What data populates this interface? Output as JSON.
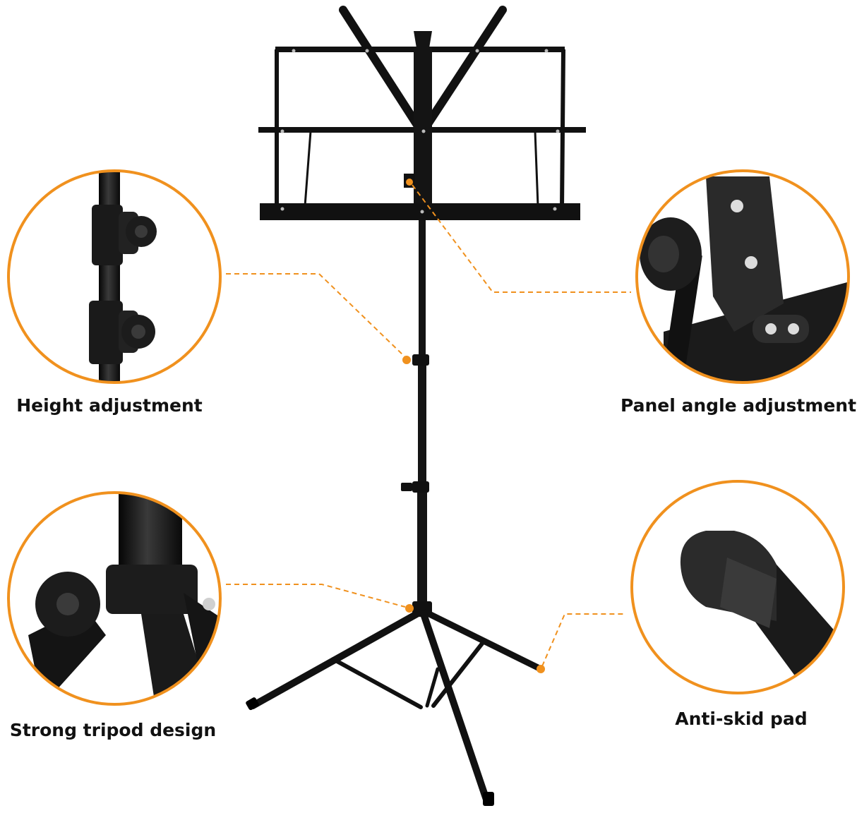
{
  "features": [
    {
      "id": "height",
      "label": "Height adjustment",
      "icon": "height-adjustment-knob-closeup"
    },
    {
      "id": "panel",
      "label": "Panel angle adjustment",
      "icon": "panel-angle-knob-closeup"
    },
    {
      "id": "tripod",
      "label": "Strong tripod design",
      "icon": "tripod-joint-closeup"
    },
    {
      "id": "skid",
      "label": "Anti-skid pad",
      "icon": "rubber-foot-pad-closeup"
    }
  ],
  "colors": {
    "accent": "#f0911e",
    "metal": "#141414",
    "background": "#ffffff"
  }
}
